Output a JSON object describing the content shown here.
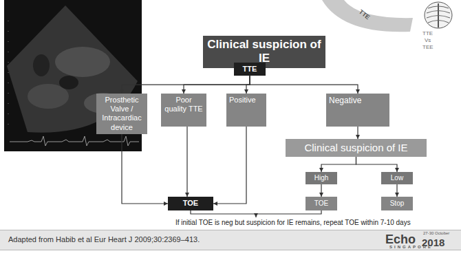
{
  "diagram": {
    "nodes": [
      {
        "text": [
          "Clinical suspicion of IE"
        ]
      },
      {
        "text": [
          "TTE"
        ]
      },
      {
        "text": [
          "Prosthetic Valve / Intracardiac device"
        ]
      },
      {
        "text": [
          "Poor quality TTE"
        ]
      },
      {
        "text": [
          "Positive"
        ]
      },
      {
        "text": [
          "Negative"
        ]
      },
      {
        "text": [
          "Clinical suspicion of IE"
        ]
      },
      {
        "text": [
          "High"
        ]
      },
      {
        "text": [
          "Low"
        ]
      },
      {
        "text": [
          "TOE"
        ]
      },
      {
        "text": [
          "TOE"
        ]
      },
      {
        "text": [
          "Stop"
        ]
      }
    ],
    "edges": [
      {
        "from": 0,
        "to": 1,
        "arrow": "none"
      },
      {
        "from": 1,
        "to": 2,
        "arrow": "to"
      },
      {
        "from": 1,
        "to": 3,
        "arrow": "to"
      },
      {
        "from": 1,
        "to": 4,
        "arrow": "to"
      },
      {
        "from": 1,
        "to": 5,
        "arrow": "to"
      },
      {
        "from": 5,
        "to": 6,
        "arrow": "to"
      },
      {
        "from": 6,
        "to": 7,
        "arrow": "to"
      },
      {
        "from": 6,
        "to": 8,
        "arrow": "to"
      },
      {
        "from": 7,
        "to": 10,
        "arrow": "to"
      },
      {
        "from": 8,
        "to": 11,
        "arrow": "to"
      },
      {
        "from": 2,
        "to": 9,
        "arrow": "to"
      },
      {
        "from": 3,
        "to": 9,
        "arrow": "to"
      },
      {
        "from": 4,
        "to": 9,
        "arrow": "to"
      }
    ],
    "labels": [
      "TTE",
      "TTE",
      "Vs",
      "TEE",
      "If initial TOE is neg but suspicion for IE remains, repeat TOE within 7-10 days",
      "Adapted from Habib et al Eur Heart J 2009;30:2369–413.",
      "Echo",
      "2018",
      "27-30 October",
      "SINGAPORE"
    ]
  }
}
